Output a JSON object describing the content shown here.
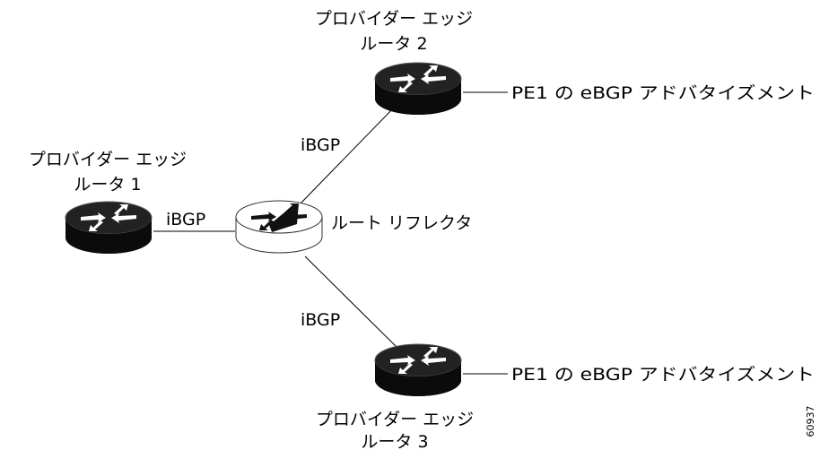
{
  "nodes": {
    "pe1": {
      "line1": "プロバイダー エッジ",
      "line2": "ルータ 1"
    },
    "pe2": {
      "line1": "プロバイダー エッジ",
      "line2": "ルータ 2"
    },
    "pe3": {
      "line1": "プロバイダー エッジ",
      "line2": "ルータ 3"
    },
    "rr": {
      "label": "ルート リフレクタ"
    }
  },
  "links": {
    "pe1_rr": "iBGP",
    "rr_pe2": "iBGP",
    "rr_pe3": "iBGP"
  },
  "advertisements": {
    "pe2": "PE1 の eBGP アドバタイズメント",
    "pe3": "PE1 の eBGP アドバタイズメント"
  },
  "figure_id": "60937",
  "colors": {
    "router_dark": "#111111",
    "router_light": "#ffffff",
    "arrow": "#ffffff",
    "line": "#000000"
  }
}
